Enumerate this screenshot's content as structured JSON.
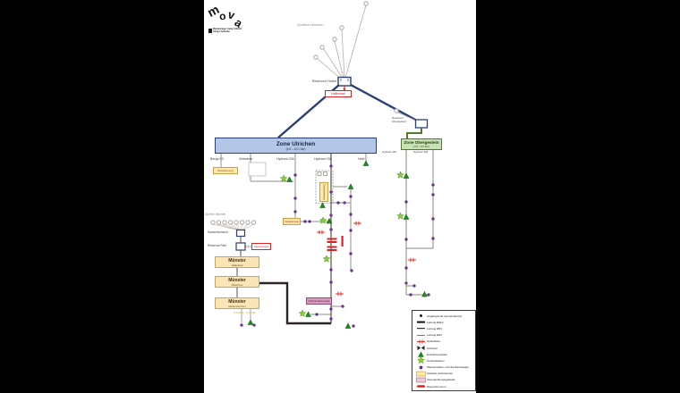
{
  "logo": {
    "letters": [
      "m",
      "o",
      "v",
      "a"
    ],
    "subtext": "Bundeslager Camp fédéral Campo federale"
  },
  "top_network": {
    "sources_label": "Quellen Ulrichen",
    "reservoir_label": "Reservoir Hubel",
    "red_tag": "Hallenbad"
  },
  "zone_ulrichen": {
    "title": "Zone Ulrichen",
    "subtitle": "(5.6 – 10.1 bar)",
    "drop1": "Berge 03",
    "drop2": "Zeltwiese",
    "drop3": "Hydrant 036",
    "drop4": "Hydrant 038",
    "drop5": "Held"
  },
  "consumers": {
    "irrigation": "Bewässerung",
    "sanitary": "Sanitäranlage",
    "booster": "Druckerhöhung",
    "water_station": "Offizielle Wasserstelle"
  },
  "muenster": {
    "sources_label": "Quellen Münster",
    "collector_label": "Sammelschacht",
    "reservoir_label": "Reservoir Ried",
    "red_tag": "Notverbund",
    "boxes": [
      {
        "title": "Münster",
        "subtitle": "Hallenbad"
      },
      {
        "title": "Münster",
        "subtitle": "Mittelzone"
      },
      {
        "title": "Münster",
        "subtitle": "Medienzentrum"
      }
    ],
    "tap1": "Schulhaus",
    "tap2": "Turnhalle"
  },
  "obergestein": {
    "reservoir_line1": "Reservoir",
    "reservoir_line2": "Obergestein",
    "zone_title": "Zone Obergestein",
    "zone_subtitle": "(3.5 – 8.5 bar)",
    "drop1": "Hydrant 116",
    "drop2": "Hydrant 118"
  },
  "legend": {
    "items": [
      {
        "symbol": "municipal-point",
        "label": "Abgabepunkt Gemeindenetz"
      },
      {
        "symbol": "pipe-110",
        "label": "Leitung Ø110"
      },
      {
        "symbol": "pipe-63",
        "label": "Leitung Ø63"
      },
      {
        "symbol": "pipe-32",
        "label": "Leitung Ø32"
      },
      {
        "symbol": "flush-point",
        "label": "Spülstellen"
      },
      {
        "symbol": "valve",
        "label": "Schieber"
      },
      {
        "symbol": "offtake",
        "label": "Entnahmestellen"
      },
      {
        "symbol": "control-point",
        "label": "Kontrollstellen"
      },
      {
        "symbol": "water-sanitary-point",
        "label": "Wasserstellen und Sanitäranlagen"
      },
      {
        "symbol": "sanitary-consumer",
        "label": "Sanitäre Verbraucher"
      },
      {
        "symbol": "overnight-area",
        "label": "Übernachtungsgelände"
      },
      {
        "symbol": "water-fountain",
        "label": "Wasserbrunnen"
      }
    ]
  },
  "colors": {
    "navy": "#2c3e75",
    "blue_zone_fill": "#b3c6e7",
    "green_zone_fill": "#c9e2b2",
    "green_dark": "#4e7a32",
    "pipe_gray": "#8c8c8c",
    "red": "#e02020",
    "purple": "#7030a0",
    "star_green": "#8cd424",
    "triangle_green": "#1d8a1d",
    "consumer_yellow": "#ffe9a8",
    "consumer_border": "#c8a045",
    "mauve_fill": "#d49ec2"
  }
}
